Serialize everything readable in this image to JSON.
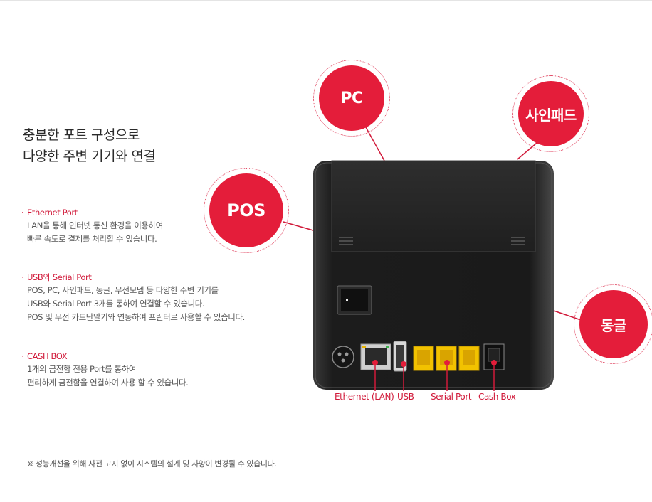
{
  "headline": {
    "line1": "충분한 포트 구성으로",
    "line2": "다양한 주변 기기와 연결"
  },
  "features": [
    {
      "title": "Ethernet Port",
      "lines": [
        "LAN을 통해 인터넷 통신 환경을 이용하여",
        "빠른 속도로 결제를 처리할 수 있습니다."
      ]
    },
    {
      "title": "USB와 Serial Port",
      "lines": [
        "POS, PC, 사인패드, 동글, 무선모뎀 등 다양한 주변 기기를",
        "USB와  Serial Port 3개를 통하여 연결할 수 있습니다.",
        "POS 및 무선 카드단말기와 연동하여 프린터로 사용할 수 있습니다."
      ]
    },
    {
      "title": "CASH BOX",
      "lines": [
        "1개의 금전함 전용 Port를 통하여",
        "편리하게 금전함을 연결하여 사용 할 수 있습니다."
      ]
    }
  ],
  "bullet": "·",
  "bubbles": {
    "pc": "PC",
    "sign": "사인패드",
    "pos": "POS",
    "dongle": "동글"
  },
  "ports": {
    "ethernet": "Ethernet (LAN)",
    "usb": "USB",
    "serial": "Serial Port",
    "cash": "Cash Box"
  },
  "footnote": "※  성능개선을 위해 사전 고지 없이 시스템의 설계 및 사양이 변경될 수 있습니다.",
  "colors": {
    "accent": "#e41d3a",
    "device": "#1e1e1e",
    "serial_port": "#f2c200"
  }
}
